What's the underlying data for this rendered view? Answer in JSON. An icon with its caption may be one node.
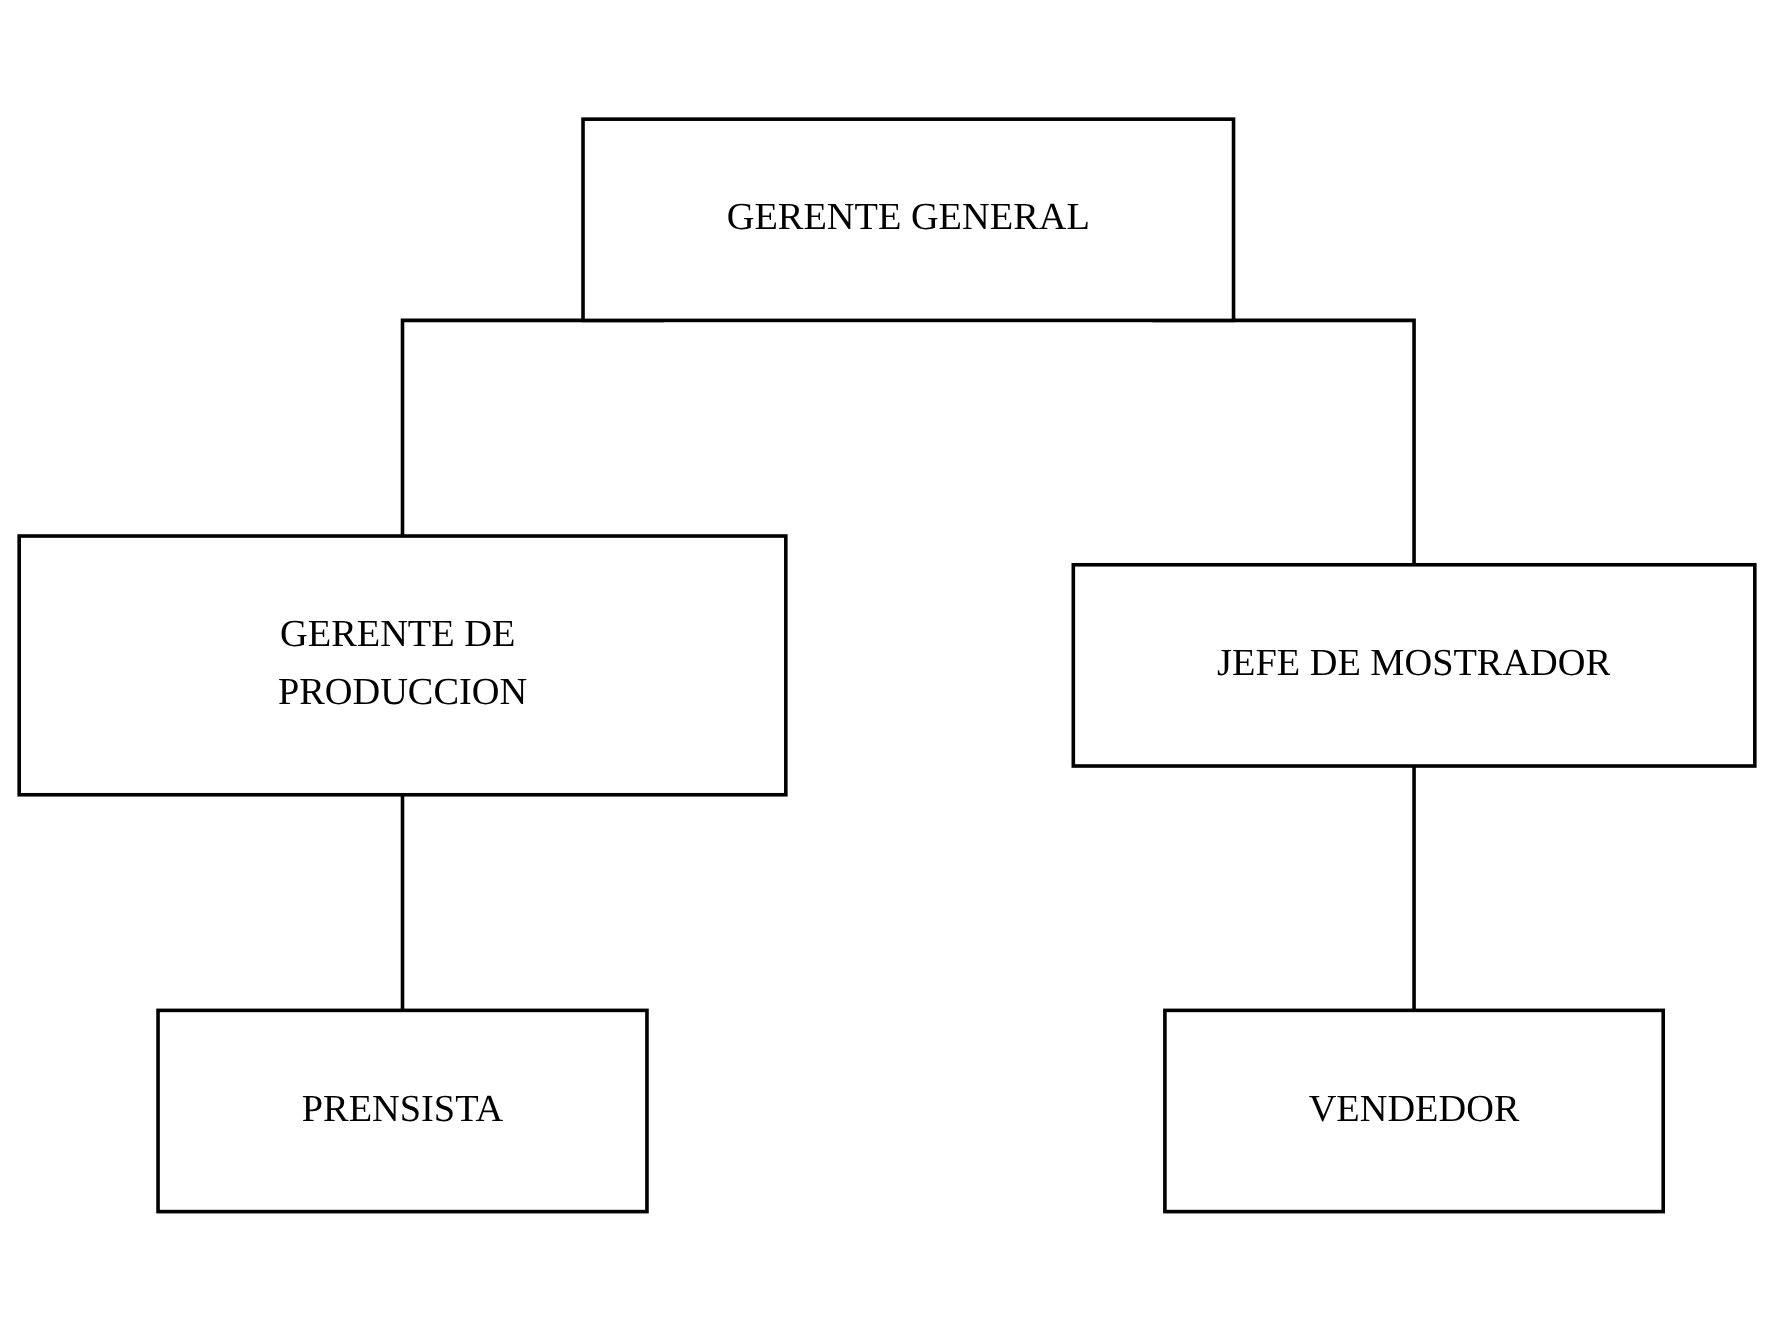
{
  "diagram": {
    "nodes": [
      {
        "text": [
          "GERENTE GENERAL"
        ]
      },
      {
        "text": [
          "GERENTE DE PRODUCCION"
        ]
      },
      {
        "text": [
          "JEFE DE MOSTRADOR"
        ]
      },
      {
        "text": [
          "PRENSISTA"
        ]
      },
      {
        "text": [
          "VENDEDOR"
        ]
      }
    ],
    "edges": [
      {
        "from": 0,
        "to": 1,
        "arrow": "none"
      },
      {
        "from": 0,
        "to": 2,
        "arrow": "none"
      },
      {
        "from": 1,
        "to": 3,
        "arrow": "none"
      },
      {
        "from": 2,
        "to": 4,
        "arrow": "none"
      }
    ]
  }
}
